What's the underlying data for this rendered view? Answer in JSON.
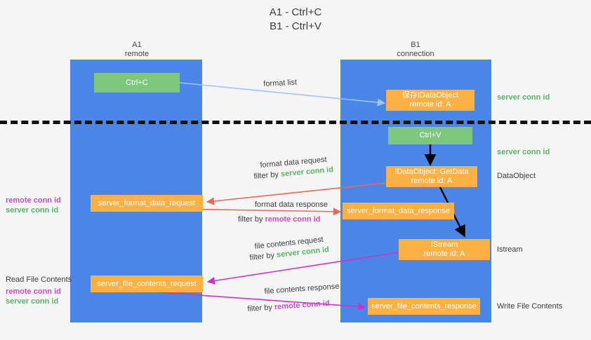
{
  "title": {
    "line1": "A1 - Ctrl+C",
    "line2": "B1 - Ctrl+V"
  },
  "lanes": [
    {
      "name": "A1",
      "sub": "remote"
    },
    {
      "name": "B1",
      "sub": "connection"
    }
  ],
  "boxes": {
    "ctrl_c": "Ctrl+C",
    "ctrl_v": "Ctrl+V",
    "save_idataobject_l1": "保存IDataObject",
    "save_idataobject_l2": "remote id: A",
    "getdata_l1": "IDataObject::GetData",
    "getdata_l2": "remote id: A",
    "istream_l1": "IStream",
    "istream_l2": "remote id: A",
    "server_format_data_request": "server_format_data_request",
    "server_format_data_response": "server_format_data_response",
    "server_file_contents_request": "server_file_contents_request",
    "server_file_contents_response": "server_file_contents_response"
  },
  "edge_labels": {
    "format_list": "format list",
    "format_data_request": "format data request",
    "format_data_response": "format data response",
    "file_contents_request": "file contents request",
    "file_contents_response": "file contents response",
    "filter_by": "filter by",
    "server_conn_id": "server conn id",
    "remote_conn_id": "remote conn id"
  },
  "right_labels": {
    "server_conn_id_top": "server conn id",
    "server_conn_id_mid": "server conn id",
    "dataobject": "DataObject",
    "istream": "Istream",
    "write_file_contents": "Write File Contents"
  },
  "left_labels": {
    "remote_conn_id_a": "remote conn id",
    "server_conn_id_a": "server conn id",
    "read_file_contents": "Read File Contents",
    "remote_conn_id_b": "remote conn id",
    "server_conn_id_b": "server conn id"
  },
  "colors": {
    "lane": "#4a86e8",
    "green_box": "#7ec87e",
    "orange_box": "#fbb143",
    "server_conn": "#58b368",
    "remote_conn": "#c04fc0",
    "arrow_blue": "#9fc5f8",
    "arrow_red": "#e8685d",
    "arrow_magenta": "#cc33cc",
    "arrow_black": "#000000",
    "background": "#f5f5f5"
  }
}
